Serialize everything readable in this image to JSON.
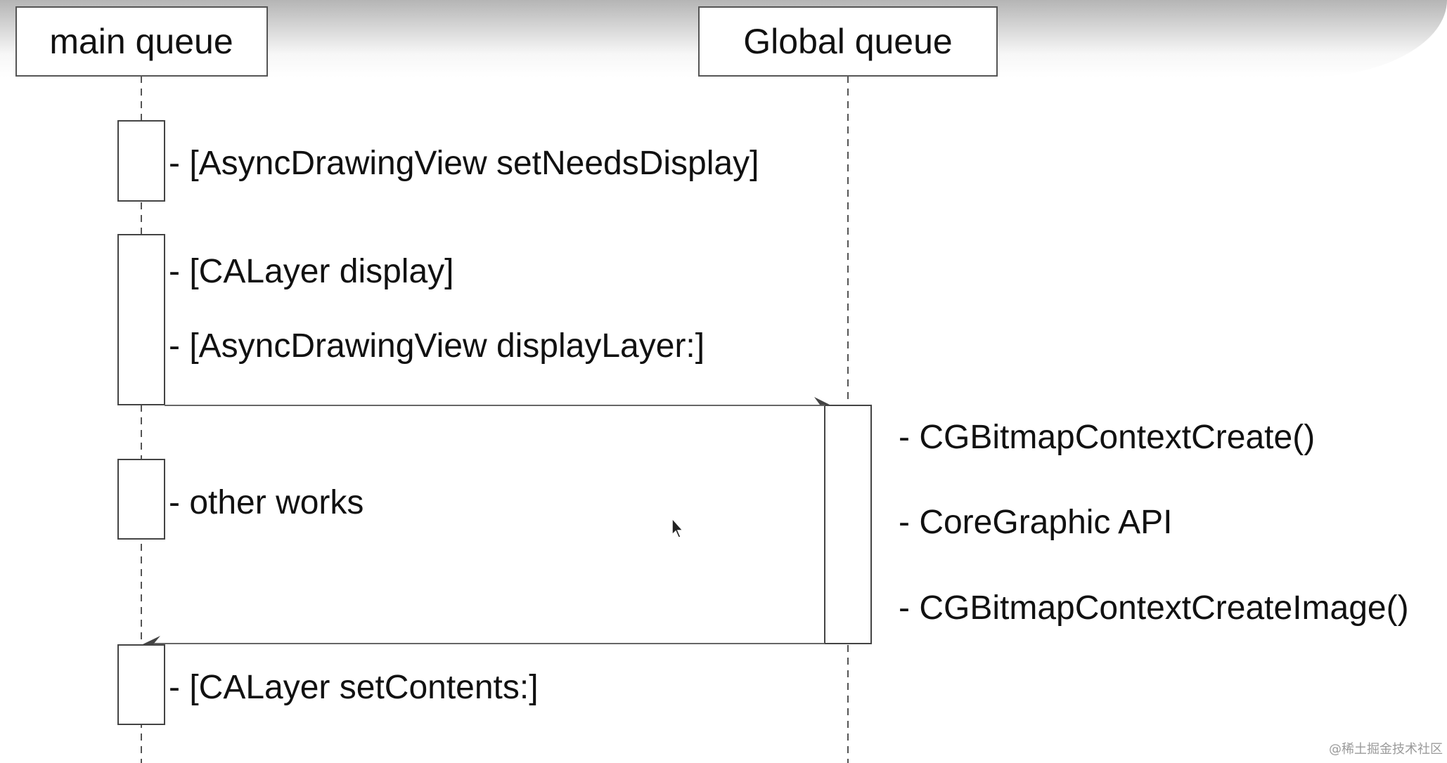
{
  "lifelines": {
    "main": {
      "label": "main queue"
    },
    "global": {
      "label": "Global queue"
    }
  },
  "messages": {
    "set_needs_display": "- [AsyncDrawingView setNeedsDisplay]",
    "calayer_display": "- [CALayer display]",
    "display_layer": "- [AsyncDrawingView displayLayer:]",
    "other_works": "- other works",
    "set_contents": "- [CALayer setContents:]",
    "bitmap_create": "- CGBitmapContextCreate()",
    "coregraphic_api": "- CoreGraphic API",
    "bitmap_create_image": "- CGBitmapContextCreateImage()"
  },
  "watermark": "@稀土掘金技术社区",
  "colors": {
    "line": "#555555",
    "box_border": "#444444",
    "text": "#111111"
  }
}
